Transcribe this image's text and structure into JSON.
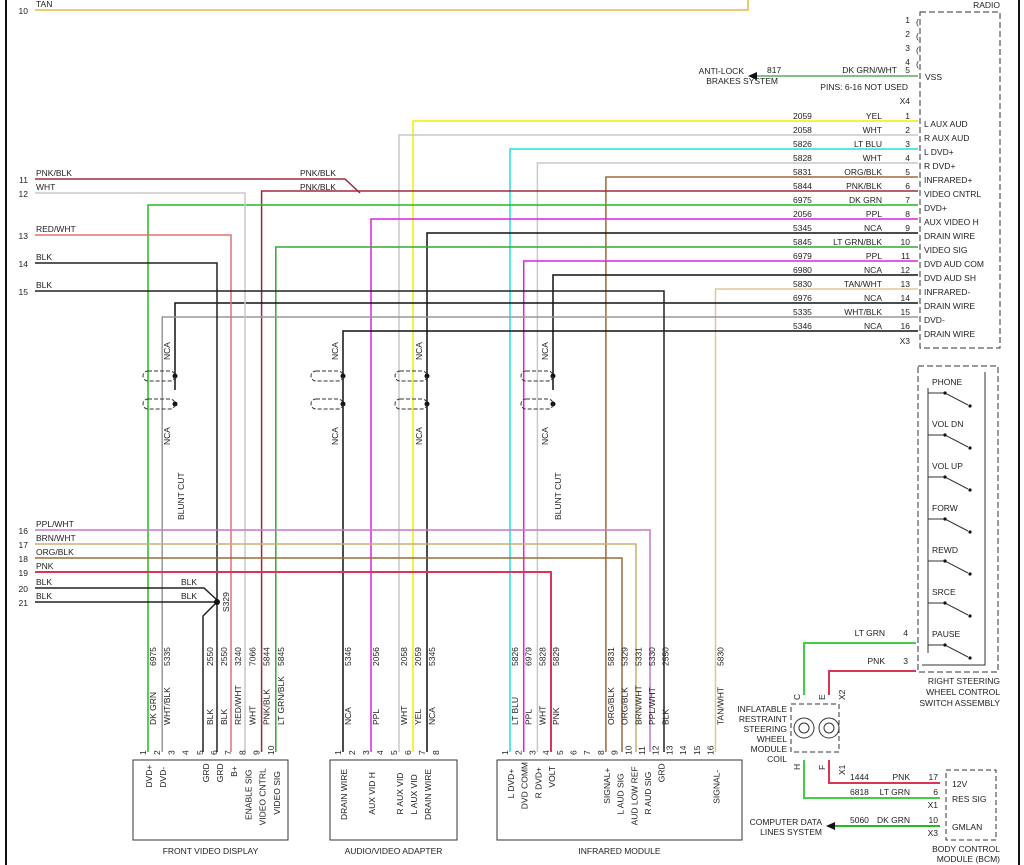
{
  "colors": {
    "TAN": "#e8b84a",
    "PNK/BLK": "#a0283c",
    "WHT": "#c8c8c8",
    "RED/WHT": "#e07070",
    "BLK": "#222222",
    "DK GRN": "#22bb22",
    "DK GRN/WHT": "#3a9a3a",
    "LT GRN": "#44cc44",
    "LT GRN/BLK": "#33aa33",
    "YEL": "#f0f000",
    "LT BLU": "#22dddd",
    "ORG/BLK": "#9a6a3a",
    "PPL": "#dd22dd",
    "NCA": "#111111",
    "TAN/WHT": "#e0c890",
    "WHT/BLK": "#999999",
    "PPL/WHT": "#cc77cc",
    "BRN/WHT": "#c8b070",
    "PNK": "#dd3355"
  },
  "left_wires": [
    {
      "num": "10",
      "color": "TAN"
    },
    {
      "num": "11",
      "color": "PNK/BLK"
    },
    {
      "num": "12",
      "color": "WHT"
    },
    {
      "num": "13",
      "color": "RED/WHT"
    },
    {
      "num": "14",
      "color": "BLK"
    },
    {
      "num": "15",
      "color": "BLK"
    },
    {
      "num": "16",
      "color": "PPL/WHT"
    },
    {
      "num": "17",
      "color": "BRN/WHT"
    },
    {
      "num": "18",
      "color": "ORG/BLK"
    },
    {
      "num": "19",
      "color": "PNK"
    },
    {
      "num": "20",
      "color": "BLK"
    },
    {
      "num": "21",
      "color": "BLK"
    }
  ],
  "splice": {
    "id": "S329",
    "labels": [
      "BLK",
      "BLK"
    ]
  },
  "pnk_blk_labels": [
    "PNK/BLK",
    "PNK/BLK"
  ],
  "radio": {
    "title": "RADIO",
    "x4_pins": [
      "1",
      "2",
      "3",
      "4"
    ],
    "vss": {
      "pin": "5",
      "circuit": "817",
      "color": "DK GRN/WHT",
      "label": "VSS"
    },
    "x4_note": "PINS: 6-16 NOT USED",
    "x4_label": "X4",
    "x3_label": "X3",
    "anti_lock": [
      "ANTI-LOCK",
      "BRAKES SYSTEM"
    ],
    "x3_pins": [
      {
        "pin": "1",
        "circuit": "2059",
        "color": "YEL",
        "label": "L AUX AUD"
      },
      {
        "pin": "2",
        "circuit": "2058",
        "color": "WHT",
        "label": "R AUX AUD"
      },
      {
        "pin": "3",
        "circuit": "5826",
        "color": "LT BLU",
        "label": "L DVD+"
      },
      {
        "pin": "4",
        "circuit": "5828",
        "color": "WHT",
        "label": "R DVD+"
      },
      {
        "pin": "5",
        "circuit": "5831",
        "color": "ORG/BLK",
        "label": "INFRARED+"
      },
      {
        "pin": "6",
        "circuit": "5844",
        "color": "PNK/BLK",
        "label": "VIDEO CNTRL"
      },
      {
        "pin": "7",
        "circuit": "6975",
        "color": "DK GRN",
        "label": "DVD+"
      },
      {
        "pin": "8",
        "circuit": "2056",
        "color": "PPL",
        "label": "AUX VIDEO H"
      },
      {
        "pin": "9",
        "circuit": "5345",
        "color": "NCA",
        "label": "DRAIN WIRE"
      },
      {
        "pin": "10",
        "circuit": "5845",
        "color": "LT GRN/BLK",
        "label": "VIDEO SIG"
      },
      {
        "pin": "11",
        "circuit": "6979",
        "color": "PPL",
        "label": "DVD AUD COM"
      },
      {
        "pin": "12",
        "circuit": "6980",
        "color": "NCA",
        "label": "DVD AUD SH"
      },
      {
        "pin": "13",
        "circuit": "5830",
        "color": "TAN/WHT",
        "label": "INFRARED-"
      },
      {
        "pin": "14",
        "circuit": "6976",
        "color": "NCA",
        "label": "DRAIN WIRE"
      },
      {
        "pin": "15",
        "circuit": "5335",
        "color": "WHT/BLK",
        "label": "DVD-"
      },
      {
        "pin": "16",
        "circuit": "5346",
        "color": "NCA",
        "label": "DRAIN WIRE"
      }
    ]
  },
  "shield_labels": {
    "nca": "NCA",
    "blunt_cut": "BLUNT CUT"
  },
  "front_video_display": {
    "title": "FRONT VIDEO DISPLAY",
    "pins": [
      {
        "pin": "1",
        "circuit": "6975",
        "color": "DK GRN",
        "label": "DVD+"
      },
      {
        "pin": "2",
        "circuit": "5335",
        "color": "WHT/BLK",
        "label": "DVD-"
      },
      {
        "pin": "3",
        "circuit": "",
        "color": "",
        "label": ""
      },
      {
        "pin": "4",
        "circuit": "",
        "color": "",
        "label": ""
      },
      {
        "pin": "5",
        "circuit": "2550",
        "color": "BLK",
        "label": "GRD"
      },
      {
        "pin": "6",
        "circuit": "2550",
        "color": "BLK",
        "label": "GRD"
      },
      {
        "pin": "7",
        "circuit": "3240",
        "color": "RED/WHT",
        "label": "B+"
      },
      {
        "pin": "8",
        "circuit": "7066",
        "color": "WHT",
        "label": "ENABLE SIG"
      },
      {
        "pin": "9",
        "circuit": "5844",
        "color": "PNK/BLK",
        "label": "VIDEO CNTRL"
      },
      {
        "pin": "10",
        "circuit": "5845",
        "color": "LT GRN/BLK",
        "label": "VIDEO SIG"
      }
    ]
  },
  "audio_video_adapter": {
    "title": "AUDIO/VIDEO ADAPTER",
    "pins": [
      {
        "pin": "1",
        "circuit": "5346",
        "color": "NCA",
        "label": "DRAIN WIRE"
      },
      {
        "pin": "2",
        "circuit": "",
        "color": "",
        "label": ""
      },
      {
        "pin": "3",
        "circuit": "2056",
        "color": "PPL",
        "label": "AUX VID H"
      },
      {
        "pin": "4",
        "circuit": "",
        "color": "",
        "label": ""
      },
      {
        "pin": "5",
        "circuit": "2058",
        "color": "WHT",
        "label": "R AUX VID"
      },
      {
        "pin": "6",
        "circuit": "2059",
        "color": "YEL",
        "label": "L AUX VID"
      },
      {
        "pin": "7",
        "circuit": "5345",
        "color": "NCA",
        "label": "DRAIN WIRE"
      },
      {
        "pin": "8",
        "circuit": "",
        "color": "",
        "label": ""
      }
    ]
  },
  "infrared_module": {
    "title": "INFRARED MODULE",
    "pins": [
      {
        "pin": "1",
        "circuit": "5826",
        "color": "LT BLU",
        "label": "L DVD+"
      },
      {
        "pin": "2",
        "circuit": "6979",
        "color": "PPL",
        "label": "DVD COMM"
      },
      {
        "pin": "3",
        "circuit": "5828",
        "color": "WHT",
        "label": "R DVD+"
      },
      {
        "pin": "4",
        "circuit": "5829",
        "color": "PNK",
        "label": "VOLT"
      },
      {
        "pin": "5",
        "circuit": "",
        "color": "",
        "label": ""
      },
      {
        "pin": "6",
        "circuit": "",
        "color": "",
        "label": ""
      },
      {
        "pin": "7",
        "circuit": "",
        "color": "",
        "label": ""
      },
      {
        "pin": "8",
        "circuit": "5831",
        "color": "ORG/BLK",
        "label": "SIGNAL+"
      },
      {
        "pin": "9",
        "circuit": "5329",
        "color": "ORG/BLK",
        "label": "L AUD SIG"
      },
      {
        "pin": "10",
        "circuit": "5331",
        "color": "BRN/WHT",
        "label": "AUD LOW REF"
      },
      {
        "pin": "11",
        "circuit": "5330",
        "color": "PPL/WHT",
        "label": "R AUD SIG"
      },
      {
        "pin": "12",
        "circuit": "2550",
        "color": "BLK",
        "label": "GRD"
      },
      {
        "pin": "13",
        "circuit": "",
        "color": "",
        "label": ""
      },
      {
        "pin": "14",
        "circuit": "",
        "color": "",
        "label": ""
      },
      {
        "pin": "15",
        "circuit": "",
        "color": "",
        "label": ""
      },
      {
        "pin": "16",
        "circuit": "5830",
        "color": "TAN/WHT",
        "label": "SIGNAL-"
      }
    ]
  },
  "steering_switch": {
    "title": [
      "RIGHT STEERING",
      "WHEEL CONTROL",
      "SWITCH ASSEMBLY"
    ],
    "switches": [
      "PHONE",
      "VOL DN",
      "VOL UP",
      "FORW",
      "REWD",
      "SRCE",
      "PAUSE"
    ],
    "pin4": {
      "pin": "4",
      "color": "LT GRN"
    },
    "pin3": {
      "pin": "3",
      "color": "PNK"
    }
  },
  "coil": {
    "title": [
      "INFLATABLE",
      "RESTRAINT",
      "STEERING",
      "WHEEL",
      "MODULE",
      "COIL"
    ],
    "top_pins": [
      "C",
      "E"
    ],
    "top_conn": "X2",
    "bottom_pins": [
      "H",
      "F"
    ],
    "bottom_conn": "X1"
  },
  "bcm": {
    "title": [
      "BODY CONTROL",
      "MODULE (BCM)"
    ],
    "pins": [
      {
        "pin": "17",
        "circuit": "1444",
        "color": "PNK",
        "label": "12V"
      },
      {
        "pin": "6",
        "circuit": "6818",
        "color": "LT GRN",
        "label": "RES SIG"
      },
      {
        "pin": "10",
        "circuit": "5060",
        "color": "DK GRN",
        "label": "GMLAN"
      }
    ],
    "x1_label": "X1",
    "x3_label": "X3",
    "data_lines": [
      "COMPUTER DATA",
      "LINES SYSTEM"
    ]
  }
}
